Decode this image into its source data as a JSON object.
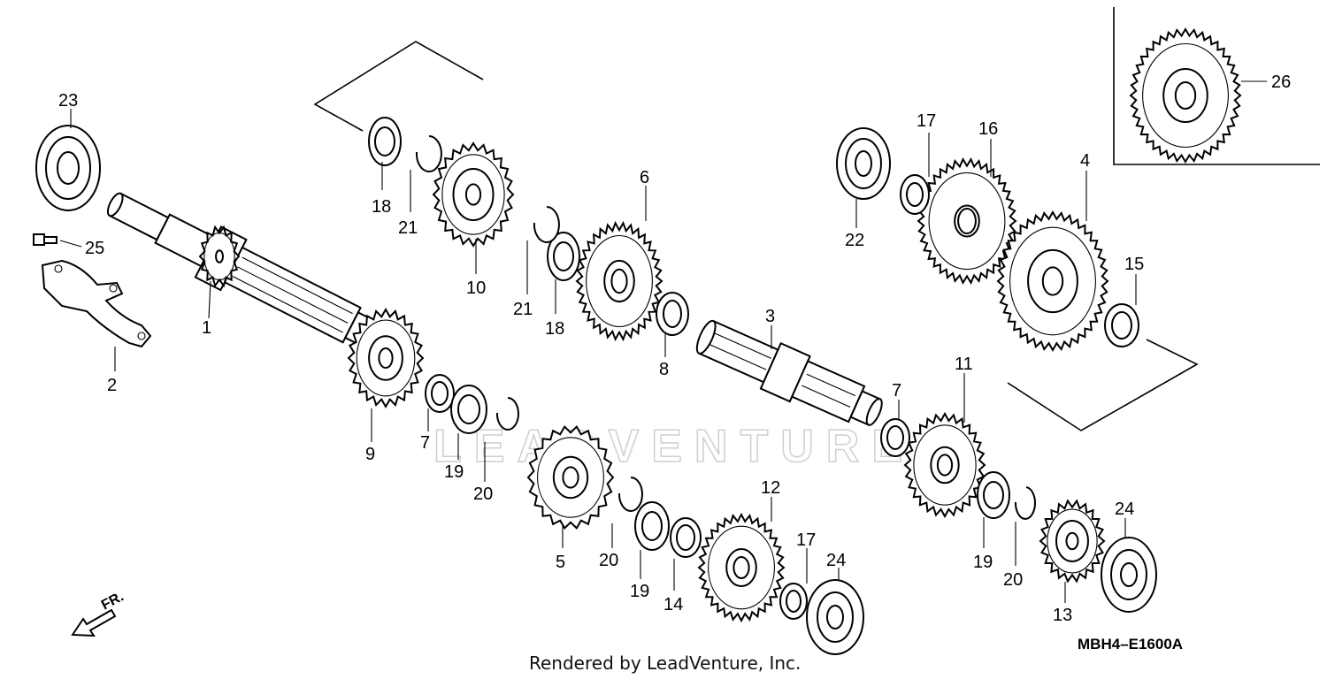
{
  "diagram": {
    "watermark": "LEADVENTURE",
    "credit": "Rendered by LeadVenture, Inc.",
    "diagram_code": "MBH4–E1600A",
    "direction_label": "FR.",
    "callouts": [
      {
        "id": "c1",
        "text": "1"
      },
      {
        "id": "c2",
        "text": "2"
      },
      {
        "id": "c3",
        "text": "3"
      },
      {
        "id": "c4",
        "text": "4"
      },
      {
        "id": "c5",
        "text": "5"
      },
      {
        "id": "c6",
        "text": "6"
      },
      {
        "id": "c7a",
        "text": "7"
      },
      {
        "id": "c7b",
        "text": "7"
      },
      {
        "id": "c8",
        "text": "8"
      },
      {
        "id": "c9",
        "text": "9"
      },
      {
        "id": "c10",
        "text": "10"
      },
      {
        "id": "c11",
        "text": "11"
      },
      {
        "id": "c12",
        "text": "12"
      },
      {
        "id": "c13",
        "text": "13"
      },
      {
        "id": "c14",
        "text": "14"
      },
      {
        "id": "c15",
        "text": "15"
      },
      {
        "id": "c16",
        "text": "16"
      },
      {
        "id": "c17a",
        "text": "17"
      },
      {
        "id": "c17b",
        "text": "17"
      },
      {
        "id": "c18a",
        "text": "18"
      },
      {
        "id": "c18b",
        "text": "18"
      },
      {
        "id": "c19a",
        "text": "19"
      },
      {
        "id": "c19b",
        "text": "19"
      },
      {
        "id": "c19c",
        "text": "19"
      },
      {
        "id": "c20a",
        "text": "20"
      },
      {
        "id": "c20b",
        "text": "20"
      },
      {
        "id": "c20c",
        "text": "20"
      },
      {
        "id": "c21a",
        "text": "21"
      },
      {
        "id": "c21b",
        "text": "21"
      },
      {
        "id": "c22",
        "text": "22"
      },
      {
        "id": "c23",
        "text": "23"
      },
      {
        "id": "c24a",
        "text": "24"
      },
      {
        "id": "c24b",
        "text": "24"
      },
      {
        "id": "c25",
        "text": "25"
      },
      {
        "id": "c26",
        "text": "26"
      }
    ]
  }
}
